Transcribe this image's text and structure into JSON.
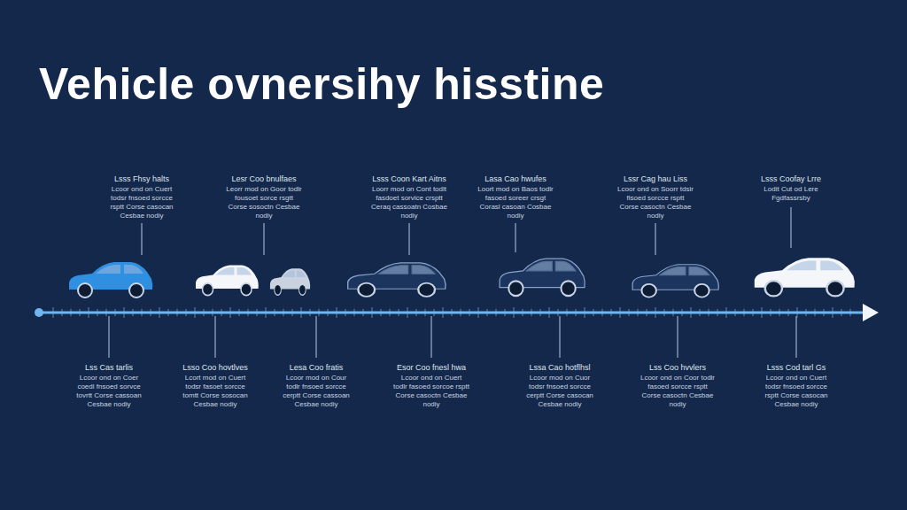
{
  "diagram": {
    "title": "Vehicle ovnersihy hisstine",
    "labels": [
      "Lsss Fhsy halts",
      "Lcoor ond on Cuert todsr fnsoed sorcce rsptt Corse casocan Cesbae nodiy",
      "Lesr Coo bnulfaes",
      "Leorr mod on Goor todlr fousoet sorce rsgtt Corse sosoctn Cesbae nodiy",
      "Lsss Coon Kart Aitns",
      "Loorr mod on Cont todlt fasdoet sorvice crsptt Ceraq cassoatn Cosbae nodiy",
      "Lasa Cao hwufes",
      "Loort mod on Baos todlr fasoed soreer crsgt Corasl casoan Cosbae nodiy",
      "Lssr Cag hau Liss",
      "Lcoor ond on Soorr tdsir fisoed sorcce rsptt Corse casoctn Cesbae nodiy",
      "Lsss Coofay Lrre",
      "Lodit Cut od Lere Fgdfassrsby",
      "Lss Cas tarlis",
      "Lcoor ond on Coer coedi fnsoed sorvce tovrtt Corse cassoan Cesbae nodiy",
      "Lsso Coo hovtlves",
      "Lcort mod on Cuert todsr fasoet sorcce tomtt Corse sosocan Cesbae nodiy",
      "Lesa Coo fratis",
      "Lcoor mod on Cour todlr fnsoed sorcce cerptt Corse cassoan Cesbae nodiy",
      "Esor Coo fnesl hwa",
      "Lcoor ond on Cuert todlr fasoed sorcoe rsptt Corse casoctn Cesbae nodiy",
      "Lssa Cao hotflhsl",
      "Lcoor mod on Cuor todsr fnsoed sorcce cerptt Corse casocan Cesbae nodiy",
      "Lss Coo hvvlers",
      "Lcoor ond on Coor todlr fasoed sorcce rsptt Corse casoctn Cesbae nodiy",
      "Lsss Cod tarl Gs",
      "Lcoor ond on Cuert todsr fnsoed sorcce rsptt Corse casocan Cesbae nodiy"
    ]
  }
}
